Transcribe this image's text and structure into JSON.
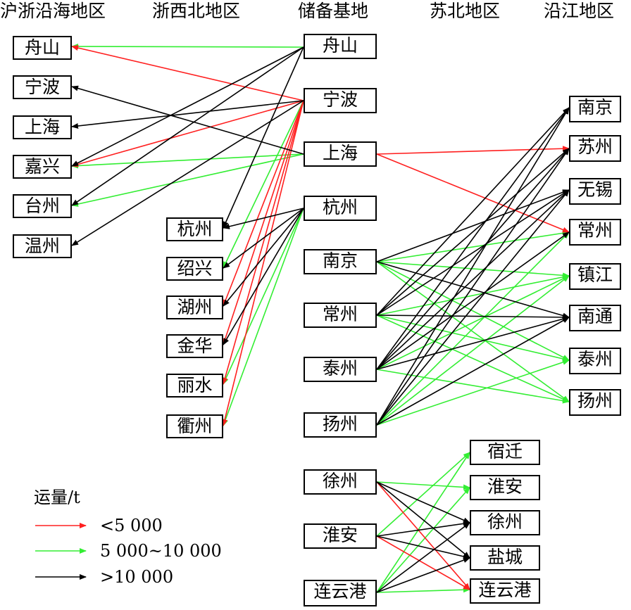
{
  "headers": {
    "coastal": "沪浙沿海地区",
    "zhejiang_nw": "浙西北地区",
    "reserve": "储备基地",
    "subei": "苏北地区",
    "yanjiang": "沿江地区"
  },
  "nodes": {
    "coastal": [
      "舟山",
      "宁波",
      "上海",
      "嘉兴",
      "台州",
      "温州"
    ],
    "zhejiang_nw": [
      "杭州",
      "绍兴",
      "湖州",
      "金华",
      "丽水",
      "衢州"
    ],
    "reserve": [
      "舟山",
      "宁波",
      "上海",
      "杭州",
      "南京",
      "常州",
      "泰州",
      "扬州",
      "徐州",
      "淮安",
      "连云港"
    ],
    "yanjiang": [
      "南京",
      "苏州",
      "无锡",
      "常州",
      "镇江",
      "南通",
      "泰州",
      "扬州"
    ],
    "subei": [
      "宿迁",
      "淮安",
      "徐州",
      "盐城",
      "连云港"
    ]
  },
  "legend": {
    "title": "运量/t",
    "items": [
      {
        "label": "<5 000",
        "color": "#ff2020"
      },
      {
        "label": "5 000~10 000",
        "color": "#33ee33"
      },
      {
        "label": ">10 000",
        "color": "#000000"
      }
    ]
  },
  "flows": [
    {
      "from": "舟山",
      "to": "coastal.舟山",
      "level": "green"
    },
    {
      "from": "宁波",
      "to": "coastal.舟山",
      "level": "red"
    },
    {
      "from": "上海",
      "to": "coastal.宁波",
      "level": "black"
    },
    {
      "from": "宁波",
      "to": "coastal.上海",
      "level": "black"
    },
    {
      "from": "舟山",
      "to": "coastal.嘉兴",
      "level": "black"
    },
    {
      "from": "宁波",
      "to": "coastal.嘉兴",
      "level": "red"
    },
    {
      "from": "上海",
      "to": "coastal.嘉兴",
      "level": "green"
    },
    {
      "from": "舟山",
      "to": "coastal.台州",
      "level": "black"
    },
    {
      "from": "上海",
      "to": "coastal.台州",
      "level": "green"
    },
    {
      "from": "宁波",
      "to": "coastal.温州",
      "level": "black"
    },
    {
      "from": "舟山",
      "to": "zhejiang_nw.杭州",
      "level": "black"
    },
    {
      "from": "杭州",
      "to": "zhejiang_nw.杭州",
      "level": "black"
    },
    {
      "from": "宁波",
      "to": "zhejiang_nw.绍兴",
      "level": "green"
    },
    {
      "from": "杭州",
      "to": "zhejiang_nw.绍兴",
      "level": "black"
    },
    {
      "from": "宁波",
      "to": "zhejiang_nw.湖州",
      "level": "red"
    },
    {
      "from": "杭州",
      "to": "zhejiang_nw.湖州",
      "level": "black"
    },
    {
      "from": "宁波",
      "to": "zhejiang_nw.金华",
      "level": "red"
    },
    {
      "from": "杭州",
      "to": "zhejiang_nw.金华",
      "level": "black"
    },
    {
      "from": "宁波",
      "to": "zhejiang_nw.丽水",
      "level": "red"
    },
    {
      "from": "杭州",
      "to": "zhejiang_nw.丽水",
      "level": "green"
    },
    {
      "from": "宁波",
      "to": "zhejiang_nw.衢州",
      "level": "red"
    },
    {
      "from": "杭州",
      "to": "zhejiang_nw.衢州",
      "level": "green"
    },
    {
      "from": "上海",
      "to": "yanjiang.苏州",
      "level": "red"
    },
    {
      "from": "上海",
      "to": "yanjiang.常州",
      "level": "red"
    },
    {
      "from": "南京",
      "to": "yanjiang.无锡",
      "level": "black"
    },
    {
      "from": "南京",
      "to": "yanjiang.常州",
      "level": "green"
    },
    {
      "from": "南京",
      "to": "yanjiang.镇江",
      "level": "green"
    },
    {
      "from": "南京",
      "to": "yanjiang.南通",
      "level": "black"
    },
    {
      "from": "南京",
      "to": "yanjiang.泰州",
      "level": "green"
    },
    {
      "from": "南京",
      "to": "yanjiang.扬州",
      "level": "green"
    },
    {
      "from": "常州",
      "to": "yanjiang.南京",
      "level": "black"
    },
    {
      "from": "常州",
      "to": "yanjiang.苏州",
      "level": "black"
    },
    {
      "from": "常州",
      "to": "yanjiang.无锡",
      "level": "black"
    },
    {
      "from": "常州",
      "to": "yanjiang.镇江",
      "level": "green"
    },
    {
      "from": "常州",
      "to": "yanjiang.南通",
      "level": "black"
    },
    {
      "from": "常州",
      "to": "yanjiang.泰州",
      "level": "green"
    },
    {
      "from": "常州",
      "to": "yanjiang.扬州",
      "level": "green"
    },
    {
      "from": "泰州",
      "to": "yanjiang.南京",
      "level": "black"
    },
    {
      "from": "泰州",
      "to": "yanjiang.苏州",
      "level": "black"
    },
    {
      "from": "泰州",
      "to": "yanjiang.无锡",
      "level": "black"
    },
    {
      "from": "泰州",
      "to": "yanjiang.常州",
      "level": "black"
    },
    {
      "from": "泰州",
      "to": "yanjiang.镇江",
      "level": "green"
    },
    {
      "from": "泰州",
      "to": "yanjiang.南通",
      "level": "black"
    },
    {
      "from": "泰州",
      "to": "yanjiang.扬州",
      "level": "green"
    },
    {
      "from": "扬州",
      "to": "yanjiang.南京",
      "level": "black"
    },
    {
      "from": "扬州",
      "to": "yanjiang.苏州",
      "level": "black"
    },
    {
      "from": "扬州",
      "to": "yanjiang.无锡",
      "level": "black"
    },
    {
      "from": "扬州",
      "to": "yanjiang.常州",
      "level": "green"
    },
    {
      "from": "扬州",
      "to": "yanjiang.镇江",
      "level": "green"
    },
    {
      "from": "扬州",
      "to": "yanjiang.南通",
      "level": "black"
    },
    {
      "from": "扬州",
      "to": "yanjiang.泰州",
      "level": "green"
    },
    {
      "from": "徐州",
      "to": "subei.淮安",
      "level": "green"
    },
    {
      "from": "徐州",
      "to": "subei.徐州",
      "level": "black"
    },
    {
      "from": "徐州",
      "to": "subei.盐城",
      "level": "black"
    },
    {
      "from": "徐州",
      "to": "subei.连云港",
      "level": "red"
    },
    {
      "from": "淮安",
      "to": "subei.宿迁",
      "level": "green"
    },
    {
      "from": "淮安",
      "to": "subei.徐州",
      "level": "black"
    },
    {
      "from": "淮安",
      "to": "subei.盐城",
      "level": "black"
    },
    {
      "from": "淮安",
      "to": "subei.连云港",
      "level": "red"
    },
    {
      "from": "连云港",
      "to": "subei.宿迁",
      "level": "green"
    },
    {
      "from": "连云港",
      "to": "subei.淮安",
      "level": "green"
    },
    {
      "from": "连云港",
      "to": "subei.徐州",
      "level": "black"
    },
    {
      "from": "连云港",
      "to": "subei.盐城",
      "level": "black"
    },
    {
      "from": "连云港",
      "to": "subei.连云港",
      "level": "green"
    }
  ]
}
